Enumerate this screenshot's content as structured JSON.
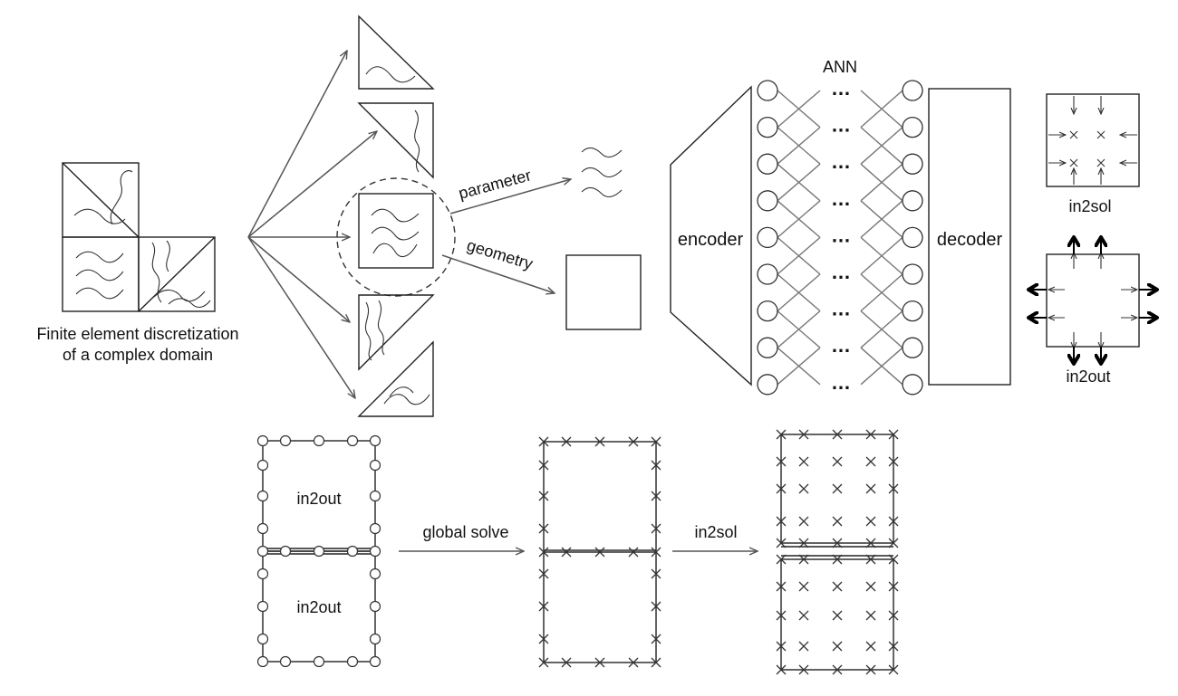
{
  "labels": {
    "fe_caption_line1": "Finite element discretization",
    "fe_caption_line2": "of a complex domain",
    "parameter": "parameter",
    "geometry": "geometry",
    "ann": "ANN",
    "encoder": "encoder",
    "decoder": "decoder",
    "ellipsis": "…",
    "in2sol": "in2sol",
    "in2out": "in2out",
    "global_solve": "global solve"
  },
  "icons": {
    "node_circle": "circle-node-icon",
    "node_cross": "cross-node-icon",
    "arrow": "arrow-icon",
    "wave": "wave-icon"
  }
}
